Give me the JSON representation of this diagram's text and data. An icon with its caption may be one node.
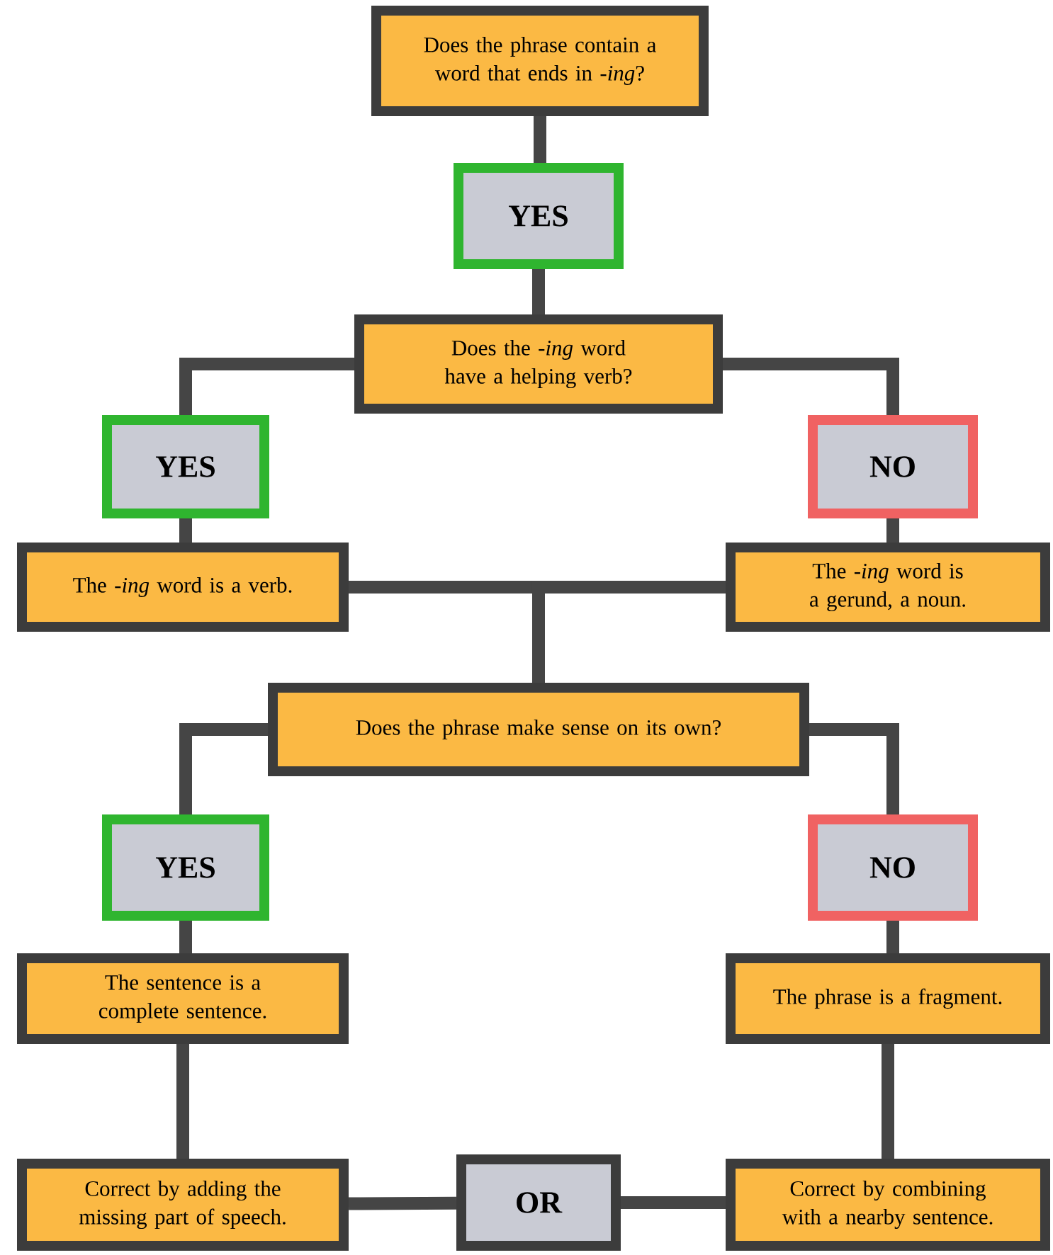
{
  "diagram": {
    "nodes": [
      {
        "text": [
          "Does the phrase contain a word that ends in *-ing*?"
        ]
      },
      {
        "text": [
          "YES"
        ]
      },
      {
        "text": [
          "Does the *-ing* word have a helping verb?"
        ]
      },
      {
        "text": [
          "YES"
        ]
      },
      {
        "text": [
          "NO"
        ]
      },
      {
        "text": [
          "The *-ing* word is a verb."
        ]
      },
      {
        "text": [
          "The *-ing* word is a gerund, a noun."
        ]
      },
      {
        "text": [
          "Does the phrase make sense on its own?"
        ]
      },
      {
        "text": [
          "YES"
        ]
      },
      {
        "text": [
          "NO"
        ]
      },
      {
        "text": [
          "The sentence is a complete sentence."
        ]
      },
      {
        "text": [
          "The phrase is a fragment."
        ]
      },
      {
        "text": [
          "Correct by adding the missing part of speech."
        ]
      },
      {
        "text": [
          "OR"
        ]
      },
      {
        "text": [
          "Correct by combining with a nearby sentence."
        ]
      }
    ],
    "edges": [
      {
        "from": 0,
        "to": 1,
        "arrow": "none"
      },
      {
        "from": 1,
        "to": 2,
        "arrow": "none"
      },
      {
        "from": 2,
        "to": 3,
        "arrow": "none"
      },
      {
        "from": 2,
        "to": 4,
        "arrow": "none"
      },
      {
        "from": 3,
        "to": 5,
        "arrow": "none"
      },
      {
        "from": 4,
        "to": 6,
        "arrow": "none"
      },
      {
        "from": 5,
        "to": 7,
        "arrow": "none"
      },
      {
        "from": 6,
        "to": 7,
        "arrow": "none"
      },
      {
        "from": 7,
        "to": 8,
        "arrow": "none"
      },
      {
        "from": 7,
        "to": 9,
        "arrow": "none"
      },
      {
        "from": 8,
        "to": 10,
        "arrow": "none"
      },
      {
        "from": 9,
        "to": 11,
        "arrow": "none"
      },
      {
        "from": 10,
        "to": 12,
        "arrow": "none"
      },
      {
        "from": 11,
        "to": 14,
        "arrow": "none"
      },
      {
        "from": 12,
        "to": 13,
        "arrow": "none"
      },
      {
        "from": 13,
        "to": 14,
        "arrow": "none"
      }
    ]
  }
}
